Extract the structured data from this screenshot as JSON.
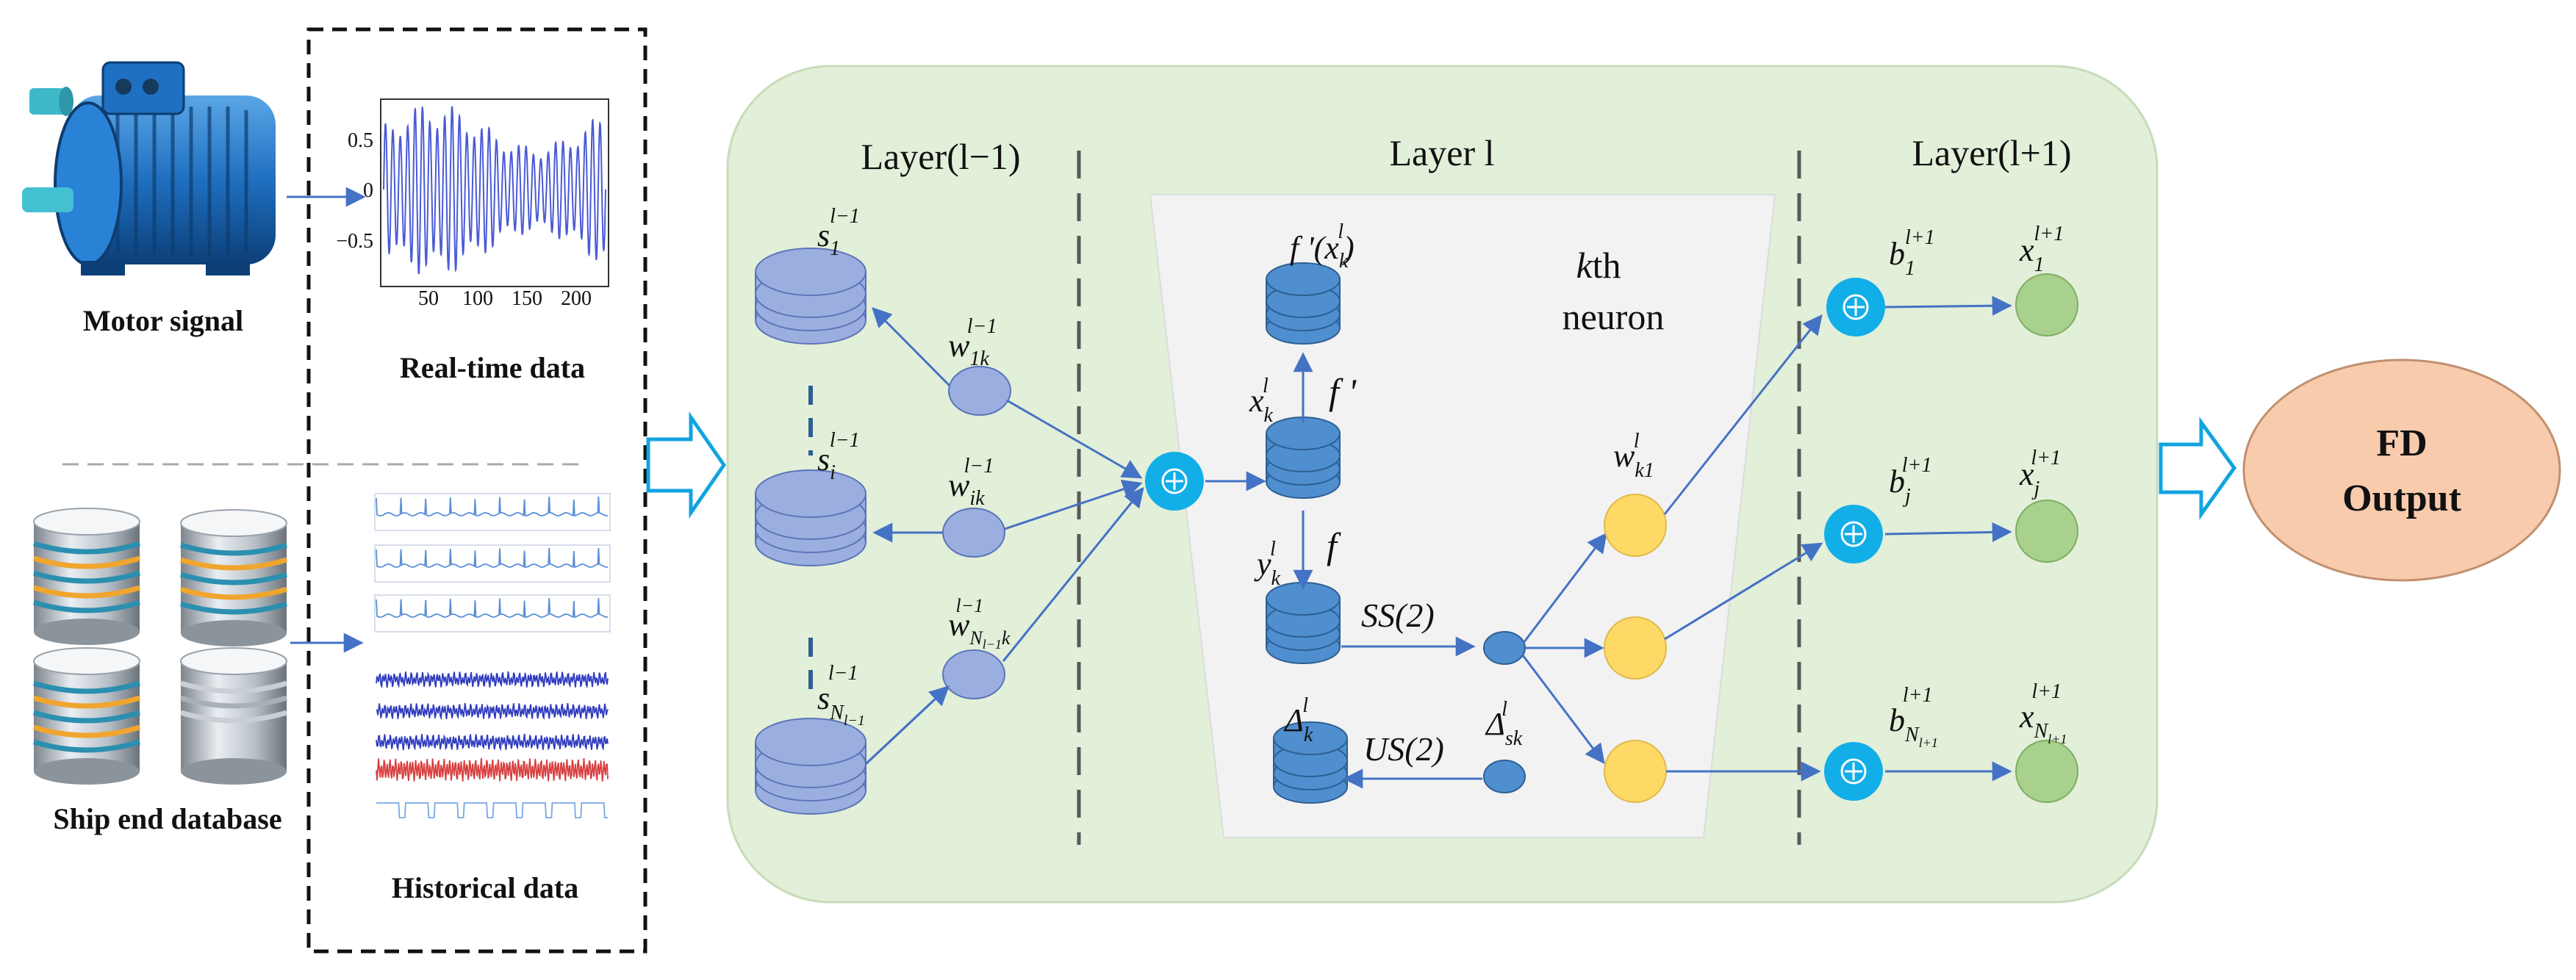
{
  "left_panel": {
    "motor_label": "Motor signal",
    "realtime_label": "Real-time data",
    "database_label": "Ship end database",
    "historical_label": "Historical data",
    "plot_yticks": [
      "0.5",
      "0",
      "−0.5"
    ],
    "plot_xticks": [
      "50",
      "100",
      "150",
      "200"
    ]
  },
  "network": {
    "layer_prev": "Layer(l−1)",
    "layer_cur": "Layer l",
    "layer_next": "Layer(l+1)",
    "neuron_label_k": "k",
    "neuron_label_rest": "th",
    "neuron_label_2": "neuron",
    "s1": {
      "base": "s",
      "sub": "1",
      "sup": "l−1"
    },
    "si": {
      "base": "s",
      "sub": "i",
      "sup": "l−1"
    },
    "sN": {
      "base": "s",
      "sub": "N",
      "subsub": "l−1",
      "sup": "l−1"
    },
    "w1k": {
      "base": "w",
      "sub": "1k",
      "sup": "l−1"
    },
    "wik": {
      "base": "w",
      "sub": "ik",
      "sup": "l−1"
    },
    "wNk": {
      "base": "w",
      "sub": "N",
      "subsub": "l−1",
      "subrest": "k",
      "sup": "l−1"
    },
    "fprime_x": {
      "pre": "f '(",
      "base": "x",
      "sub": "k",
      "sup": "l",
      "post": ")"
    },
    "x_k": {
      "base": "x",
      "sub": "k",
      "sup": "l"
    },
    "f_prime": "f '",
    "f_label": "f",
    "y_k": {
      "base": "y",
      "sub": "k",
      "sup": "l"
    },
    "ss2": "SS(2)",
    "us2": "US(2)",
    "delta_k": {
      "base": "Δ",
      "sub": "k",
      "sup": "l"
    },
    "delta_sk": {
      "base": "Δ",
      "sub": "sk",
      "sup": "l"
    },
    "w_k1": {
      "base": "w",
      "sub": "k1",
      "sup": "l"
    },
    "b1": {
      "base": "b",
      "sub": "1",
      "sup": "l+1"
    },
    "bj": {
      "base": "b",
      "sub": "j",
      "sup": "l+1"
    },
    "bN": {
      "base": "b",
      "sub": "N",
      "subsub": "l+1",
      "sup": "l+1"
    },
    "x1": {
      "base": "x",
      "sub": "1",
      "sup": "l+1"
    },
    "xj": {
      "base": "x",
      "sub": "j",
      "sup": "l+1"
    },
    "xN": {
      "base": "x",
      "sub": "N",
      "subsub": "l+1",
      "sup": "l+1"
    }
  },
  "output": {
    "line1": "FD",
    "line2": "Output"
  },
  "colors": {
    "panel_bg": "#e2efd9",
    "panel_stroke": "#c7dcb9",
    "trapezoid": "#f2f2f2",
    "cylinder": "#4f8fcf",
    "cylinder_stroke": "#2e5f93",
    "prev_cylinder": "#9aaee0",
    "weight_node": "#9aaee0",
    "plus_node": "#12aee8",
    "orange_node": "#ffd966",
    "green_node": "#a9d18e",
    "output_fill": "#f8cbad",
    "output_stroke": "#c0906e",
    "arrow": "#4472c4"
  }
}
